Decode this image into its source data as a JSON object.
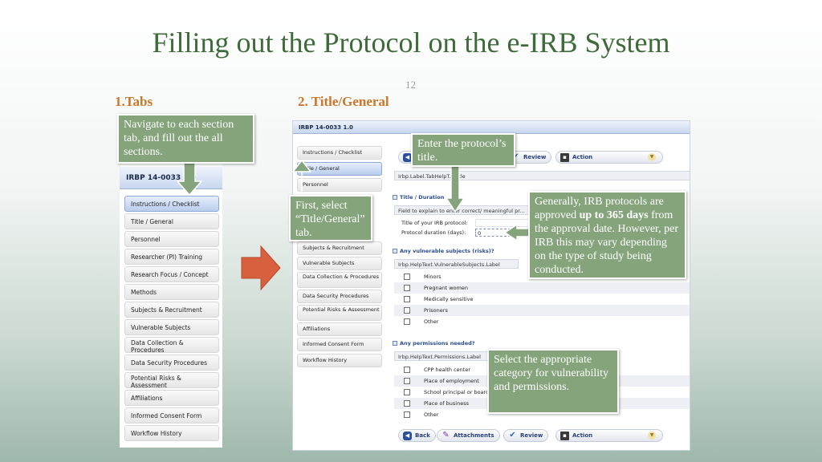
{
  "slide": {
    "title": "Filling out the Protocol on the e-IRB System",
    "page_number": "12",
    "left_heading": "1.Tabs",
    "right_heading": "2. Title/General"
  },
  "tab_panel": {
    "header": "IRBP 14-0033 1.0",
    "tabs": [
      {
        "label": "Instructions / Checklist",
        "active": true
      },
      {
        "label": "Title / General"
      },
      {
        "label": "Personnel"
      },
      {
        "label": "Researcher (PI) Training"
      },
      {
        "label": "Research Focus / Concept"
      },
      {
        "label": "Methods"
      },
      {
        "label": "Subjects & Recruitment"
      },
      {
        "label": "Vulnerable Subjects"
      },
      {
        "label": "Data Collection & Procedures"
      },
      {
        "label": "Data Security Procedures"
      },
      {
        "label": "Potential Risks & Assessment"
      },
      {
        "label": "Affiliations"
      },
      {
        "label": "Informed Consent Form"
      },
      {
        "label": "Workflow History"
      }
    ]
  },
  "protocol": {
    "header": "IRBP 14-0033 1.0",
    "side_tabs": [
      {
        "label": "Instructions / Checklist"
      },
      {
        "label": "Title / General",
        "active": true
      },
      {
        "label": "Personnel"
      },
      {
        "label": "Subjects & Recruitment"
      },
      {
        "label": "Vulnerable Subjects"
      },
      {
        "label": "Data Collection & Procedures"
      },
      {
        "label": "Data Security Procedures"
      },
      {
        "label": "Potential Risks & Assessment"
      },
      {
        "label": "Affiliations"
      },
      {
        "label": "Informed Consent Form"
      },
      {
        "label": "Workflow History"
      }
    ],
    "buttons": {
      "back": "Back",
      "attachments": "Attachments",
      "review": "Review",
      "action": "Action"
    },
    "title_help": "Irbp.Label.TabHelpT...Title",
    "title_section": {
      "heading": "Title / Duration",
      "help": "Field to explain to enter correct/ meaningful pr...",
      "title_label": "Title of your IRB protocol:",
      "title_value": "",
      "duration_label": "Protocol duration (days):",
      "duration_value": "0"
    },
    "vulnerable_section": {
      "heading": "Any vulnerable subjects (risks)?",
      "help": "Irbp.HelpText.VulnerableSubjects.Label",
      "options": [
        "Minors",
        "Pregnant women",
        "Medically sensitive",
        "Prisoners",
        "Other"
      ]
    },
    "permissions_section": {
      "heading": "Any permissions needed?",
      "help": "Irbp.HelpText.Permissions.Label",
      "options": [
        "CPP health center",
        "Place of employment",
        "School principal or board",
        "Place of business",
        "Other"
      ]
    }
  },
  "callouts": {
    "tabs": "Navigate to each section tab, and fill out the all sections.",
    "title_entry": "Enter the protocol’s title.",
    "first_select": "First, select “Title/General” tab.",
    "duration_pre": "Generally, IRB protocols are approved ",
    "duration_bold": "up to 365 days",
    "duration_post": " from the approval date. However, per IRB this may vary depending on the type of study being conducted.",
    "category": "Select the appropriate category for vulnerability and permissions."
  },
  "colors": {
    "title": "#3f6b3a",
    "heading": "#c9772a",
    "callout": "#85a47c",
    "arrow": "#d9603f"
  }
}
